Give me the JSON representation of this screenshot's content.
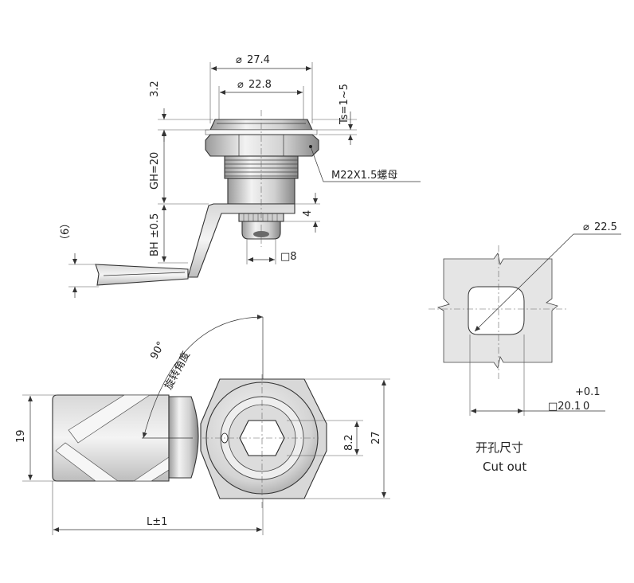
{
  "colors": {
    "metal_light": "#e9e9e9",
    "metal_mid": "#c7c7c7",
    "metal_dark": "#8e8e8e",
    "cutout_fill": "#e5e5e5",
    "line": "#333333"
  },
  "side_view": {
    "dia_outer": "27.4",
    "dia_inner": "22.8",
    "dim_flange": "3.2",
    "ts_range": "Ts=1~5",
    "gh": "GH=20",
    "nut_label": "M22X1.5螺母",
    "dim_4": "4",
    "bh": "BH ±0.5",
    "paren_6": "（6）",
    "square_8": "□8"
  },
  "front_view": {
    "angle": "90°",
    "rotation_label": "旋转角度",
    "dim_19": "19",
    "dim_8_2": "8.2",
    "dim_27": "27",
    "length": "L±1"
  },
  "cutout": {
    "dia": "22.5",
    "square": "□20.1",
    "tol_upper": "+0.1",
    "tol_lower": "0",
    "title_cn": "开孔尺寸",
    "title_en": "Cut out"
  }
}
